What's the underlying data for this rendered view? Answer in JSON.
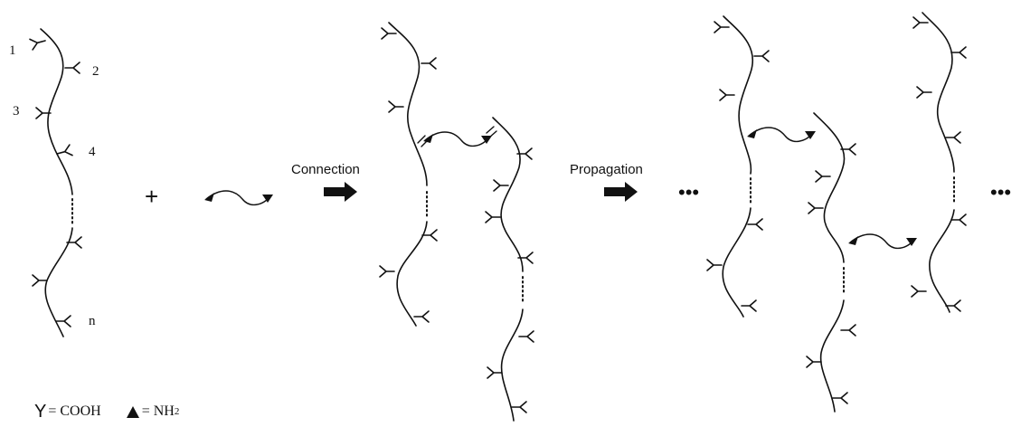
{
  "labels": {
    "site_1": "1",
    "site_2": "2",
    "site_3": "3",
    "site_4": "4",
    "site_n": "n",
    "plus": "+",
    "step_connection": "Connection",
    "step_propagation": "Propagation",
    "ellipsis": "•••"
  },
  "legend": {
    "cooh_symbol": "Y",
    "cooh_text": "= COOH",
    "nh2_text": "= NH",
    "nh2_subscript": "2"
  }
}
